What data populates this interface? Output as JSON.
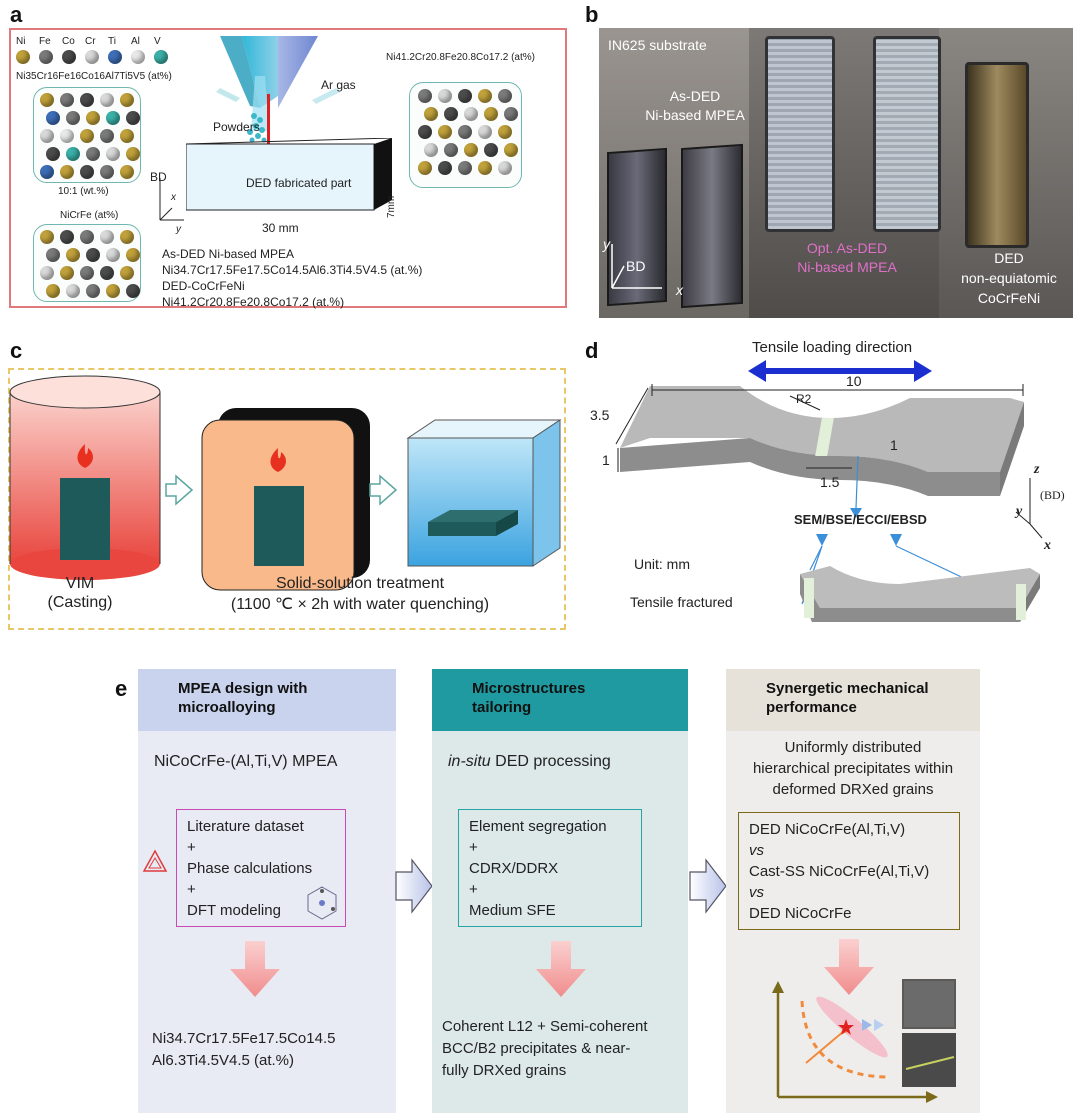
{
  "panels": {
    "a": "a",
    "b": "b",
    "c": "c",
    "d": "d",
    "e": "e"
  },
  "panel_a": {
    "elements": [
      "Ni",
      "Fe",
      "Co",
      "Cr",
      "Ti",
      "Al",
      "V"
    ],
    "element_colors": [
      "#c0a13a",
      "#7a7a7a",
      "#4c4c4c",
      "#d8d8d8",
      "#3d6fb8",
      "#e8e8e8",
      "#3ab0a8"
    ],
    "alloy1_formula": "Ni35Cr16Fe16Co16Al7Ti5V5 (at%)",
    "ratio": "10:1 (wt.%)",
    "alloy2_formula": "NiCrFe (at%)",
    "alloy3_formula": "Ni41.2Cr20.8Fe20.8Co17.2 (at%)",
    "powders": "Powders",
    "ar_gas": "Ar gas",
    "part_label": "DED fabricated part",
    "bd": "BD",
    "axis_x": "x",
    "axis_y": "y",
    "length": "30 mm",
    "height": "7mm",
    "mpea_title": "As-DED Ni-based MPEA",
    "mpea_formula": "Ni34.7Cr17.5Fe17.5Co14.5Al6.3Ti4.5V4.5 (at.%)",
    "coc_title": "DED-CoCrFeNi",
    "coc_formula": "Ni41.2Cr20.8Fe20.8Co17.2 (at.%)"
  },
  "panel_b": {
    "substrate": "IN625 substrate",
    "as_ded_1": "As-DED",
    "as_ded_2": "Ni-based MPEA",
    "opt_1": "Opt. As-DED",
    "opt_2": "Ni-based MPEA",
    "ded_1": "DED",
    "ded_2": "non-equiatomic",
    "ded_3": "CoCrFeNi",
    "axis_y": "y",
    "axis_x": "x",
    "bd": "BD"
  },
  "panel_c": {
    "vim": "VIM",
    "casting": "(Casting)",
    "ss_title": "Solid-solution treatment",
    "ss_detail": "(1100 ℃ × 2h with water quenching)"
  },
  "panel_d": {
    "loading": "Tensile loading direction",
    "dim_10": "10",
    "dim_r2": "R2",
    "dim_35": "3.5",
    "dim_1a": "1",
    "dim_1b": "1",
    "dim_15": "1.5",
    "z": "z",
    "bd": "(BD)",
    "y": "y",
    "x": "x",
    "sem": "SEM/BSE/ECCI/EBSD",
    "unit": "Unit: mm",
    "fractured": "Tensile fractured"
  },
  "panel_e": {
    "col1": {
      "header": [
        "MPEA design with",
        "microalloying"
      ],
      "subtitle": "NiCoCrFe-(Al,Ti,V) MPEA",
      "box": [
        "Literature dataset",
        "+",
        "Phase calculations",
        "+",
        "DFT modeling"
      ],
      "result": [
        "Ni34.7Cr17.5Fe17.5Co14.5",
        "Al6.3Ti4.5V4.5 (at.%)"
      ]
    },
    "col2": {
      "header": [
        "Microstructures",
        "tailoring"
      ],
      "subtitle_em": "in-situ",
      "subtitle_rest": " DED processing",
      "box": [
        "Element segregation",
        "+",
        "CDRX/DDRX",
        "+",
        "Medium SFE"
      ],
      "result": [
        "Coherent L12 + Semi-coherent",
        "BCC/B2 precipitates & near-",
        "fully DRXed grains"
      ]
    },
    "col3": {
      "header": [
        "Synergetic mechanical",
        "performance"
      ],
      "subtitle": [
        "Uniformly distributed",
        "hierarchical precipitates within",
        "deformed DRXed grains"
      ],
      "box": [
        "DED NiCoCrFe(Al,Ti,V)",
        "vs",
        "Cast-SS NiCoCrFe(Al,Ti,V)",
        "vs",
        "DED NiCoCrFe"
      ]
    },
    "colors": {
      "col1_head": "#c9d3ee",
      "col1_body": "#e8ebf4",
      "col2_head": "#1f9aa0",
      "col2_body": "#dde9e8",
      "col3_head": "#e6e1d9",
      "col3_body": "#eeedeb",
      "arrow_pink": "#f4a3a3",
      "box_magenta": "#c94ab2",
      "box_teal": "#2aa3a3",
      "box_olive": "#7a6a1a"
    }
  }
}
